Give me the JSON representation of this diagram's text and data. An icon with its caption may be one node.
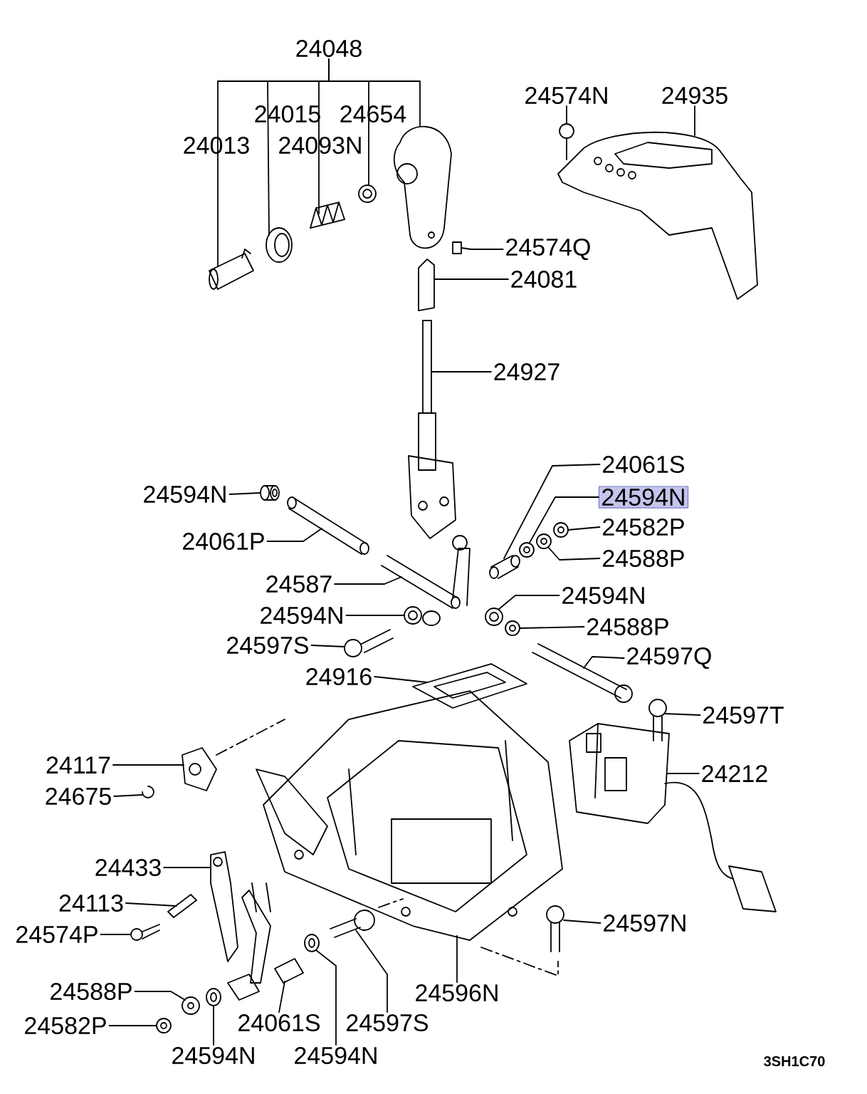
{
  "diagram": {
    "nodes": [
      {
        "text": [
          "24048"
        ]
      },
      {
        "text": [
          "24015"
        ]
      },
      {
        "text": [
          "24654"
        ]
      },
      {
        "text": [
          "24013"
        ]
      },
      {
        "text": [
          "24093N"
        ]
      },
      {
        "text": [
          "24574N"
        ]
      },
      {
        "text": [
          "24935"
        ]
      },
      {
        "text": [
          "24574Q"
        ]
      },
      {
        "text": [
          "24081"
        ]
      },
      {
        "text": [
          "24927"
        ]
      },
      {
        "text": [
          "24061S"
        ]
      },
      {
        "text": [
          "24594N"
        ]
      },
      {
        "text": [
          "24594N"
        ]
      },
      {
        "text": [
          "24582P"
        ]
      },
      {
        "text": [
          "24061P"
        ]
      },
      {
        "text": [
          "24588P"
        ]
      },
      {
        "text": [
          "24587"
        ]
      },
      {
        "text": [
          "24594N"
        ]
      },
      {
        "text": [
          "24594N"
        ]
      },
      {
        "text": [
          "24588P"
        ]
      },
      {
        "text": [
          "24597S"
        ]
      },
      {
        "text": [
          "24597Q"
        ]
      },
      {
        "text": [
          "24916"
        ]
      },
      {
        "text": [
          "24597T"
        ]
      },
      {
        "text": [
          "24117"
        ]
      },
      {
        "text": [
          "24212"
        ]
      },
      {
        "text": [
          "24675"
        ]
      },
      {
        "text": [
          "24433"
        ]
      },
      {
        "text": [
          "24113"
        ]
      },
      {
        "text": [
          "24574P"
        ]
      },
      {
        "text": [
          "24597N"
        ]
      },
      {
        "text": [
          "24588P"
        ]
      },
      {
        "text": [
          "24596N"
        ]
      },
      {
        "text": [
          "24582P"
        ]
      },
      {
        "text": [
          "24061S"
        ]
      },
      {
        "text": [
          "24597S"
        ]
      },
      {
        "text": [
          "24594N"
        ]
      },
      {
        "text": [
          "24594N"
        ]
      },
      {
        "text": [],
        "shape": "picture"
      },
      {
        "text": [],
        "shape": "picture"
      },
      {
        "text": [],
        "shape": "picture"
      },
      {
        "text": [],
        "shape": "picture"
      },
      {
        "text": [],
        "shape": "picture"
      },
      {
        "text": [],
        "shape": "picture"
      },
      {
        "text": [],
        "shape": "picture"
      },
      {
        "text": [],
        "shape": "picture"
      },
      {
        "text": [],
        "shape": "picture"
      },
      {
        "text": [],
        "shape": "picture"
      },
      {
        "text": [],
        "shape": "picture"
      },
      {
        "text": [],
        "shape": "picture"
      },
      {
        "text": [],
        "shape": "picture"
      },
      {
        "text": [],
        "shape": "picture"
      },
      {
        "text": [],
        "shape": "picture"
      },
      {
        "text": [],
        "shape": "picture"
      },
      {
        "text": [],
        "shape": "picture"
      },
      {
        "text": [],
        "shape": "picture"
      },
      {
        "text": [],
        "shape": "picture"
      },
      {
        "text": [],
        "shape": "picture"
      },
      {
        "text": [],
        "shape": "picture"
      },
      {
        "text": [],
        "shape": "picture"
      },
      {
        "text": [],
        "shape": "picture"
      },
      {
        "text": [],
        "shape": "picture"
      },
      {
        "text": [],
        "shape": "picture"
      },
      {
        "text": [],
        "shape": "picture"
      },
      {
        "text": [],
        "shape": "picture"
      },
      {
        "text": [],
        "shape": "picture"
      },
      {
        "text": [],
        "shape": "picture"
      },
      {
        "text": [],
        "shape": "picture"
      },
      {
        "text": [],
        "shape": "picture"
      },
      {
        "text": [],
        "shape": "picture"
      },
      {
        "text": [],
        "shape": "picture"
      },
      {
        "text": [],
        "shape": "picture"
      },
      {
        "text": [],
        "shape": "picture"
      },
      {
        "text": [],
        "shape": "picture"
      },
      {
        "text": [],
        "shape": "picture"
      },
      {
        "text": [],
        "shape": "picture"
      }
    ],
    "edges": [
      {
        "from": 0,
        "to": 38,
        "arrow": "none"
      },
      {
        "from": 0,
        "to": 39,
        "arrow": "none"
      },
      {
        "from": 0,
        "to": 40,
        "arrow": "none"
      },
      {
        "from": 0,
        "to": 41,
        "arrow": "none"
      },
      {
        "from": 0,
        "to": 42,
        "arrow": "none"
      },
      {
        "from": 5,
        "to": 43,
        "arrow": "none"
      },
      {
        "from": 6,
        "to": 44,
        "arrow": "none"
      },
      {
        "from": 7,
        "to": 45,
        "arrow": "none"
      },
      {
        "from": 8,
        "to": 46,
        "arrow": "none"
      },
      {
        "from": 9,
        "to": 47,
        "arrow": "none"
      },
      {
        "from": 10,
        "to": 48,
        "arrow": "none"
      },
      {
        "from": 11,
        "to": 49,
        "arrow": "none"
      },
      {
        "from": 12,
        "to": 50,
        "arrow": "none"
      },
      {
        "from": 13,
        "to": 51,
        "arrow": "none"
      },
      {
        "from": 14,
        "to": 52,
        "arrow": "none"
      },
      {
        "from": 15,
        "to": 53,
        "arrow": "none"
      },
      {
        "from": 16,
        "to": 54,
        "arrow": "none"
      },
      {
        "from": 17,
        "to": 55,
        "arrow": "none"
      },
      {
        "from": 18,
        "to": 56,
        "arrow": "none"
      },
      {
        "from": 19,
        "to": 57,
        "arrow": "none"
      },
      {
        "from": 20,
        "to": 58,
        "arrow": "none"
      },
      {
        "from": 21,
        "to": 59,
        "arrow": "none"
      },
      {
        "from": 22,
        "to": 60,
        "arrow": "none"
      },
      {
        "from": 23,
        "to": 61,
        "arrow": "none"
      },
      {
        "from": 24,
        "to": 62,
        "arrow": "none"
      },
      {
        "from": 25,
        "to": 63,
        "arrow": "none"
      },
      {
        "from": 26,
        "to": 64,
        "arrow": "none"
      },
      {
        "from": 27,
        "to": 65,
        "arrow": "none"
      },
      {
        "from": 28,
        "to": 66,
        "arrow": "none"
      },
      {
        "from": 29,
        "to": 67,
        "arrow": "none"
      },
      {
        "from": 30,
        "to": 68,
        "arrow": "none"
      },
      {
        "from": 31,
        "to": 69,
        "arrow": "none"
      },
      {
        "from": 32,
        "to": 70,
        "arrow": "none"
      },
      {
        "from": 33,
        "to": 71,
        "arrow": "none"
      },
      {
        "from": 34,
        "to": 72,
        "arrow": "none"
      },
      {
        "from": 35,
        "to": 73,
        "arrow": "none"
      },
      {
        "from": 36,
        "to": 74,
        "arrow": "none"
      },
      {
        "from": 37,
        "to": 75,
        "arrow": "none"
      }
    ],
    "labels": [
      "3SH1C70"
    ]
  }
}
